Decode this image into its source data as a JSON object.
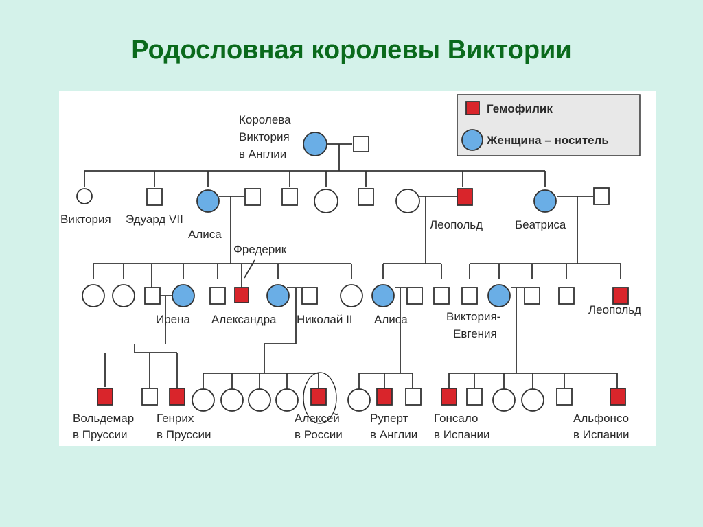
{
  "title": "Родословная королевы Виктории",
  "colors": {
    "hemophiliac": "#d9252b",
    "carrier": "#6aaee6",
    "line": "#333333",
    "title": "#0a6a1c"
  },
  "legend": {
    "hemophiliac": "Гемофилик",
    "carrier": "Женщина – носитель"
  },
  "labels": {
    "queen_1": "Королева",
    "queen_2": "Виктория",
    "queen_3": "в Англии",
    "victoria": "Виктория",
    "edward": "Эдуард VII",
    "alice1": "Алиса",
    "frederick": "Фредерик",
    "leopold1": "Леопольд",
    "beatrice": "Беатриса",
    "irene": "Ирена",
    "alexandra": "Александра",
    "nicholas": "Николай II",
    "alice2": "Алиса",
    "ve_1": "Виктория-",
    "ve_2": "Евгения",
    "leopold2": "Леопольд",
    "waldemar_1": "Вольдемар",
    "waldemar_2": "в Пруссии",
    "henry_1": "Генрих",
    "henry_2": "в Пруссии",
    "alexei_1": "Алексей",
    "alexei_2": "в России",
    "rupert_1": "Руперт",
    "rupert_2": "в Англии",
    "gonzalo_1": "Гонсало",
    "gonzalo_2": "в Испании",
    "alfonso_1": "Альфонсо",
    "alfonso_2": "в Испании"
  }
}
